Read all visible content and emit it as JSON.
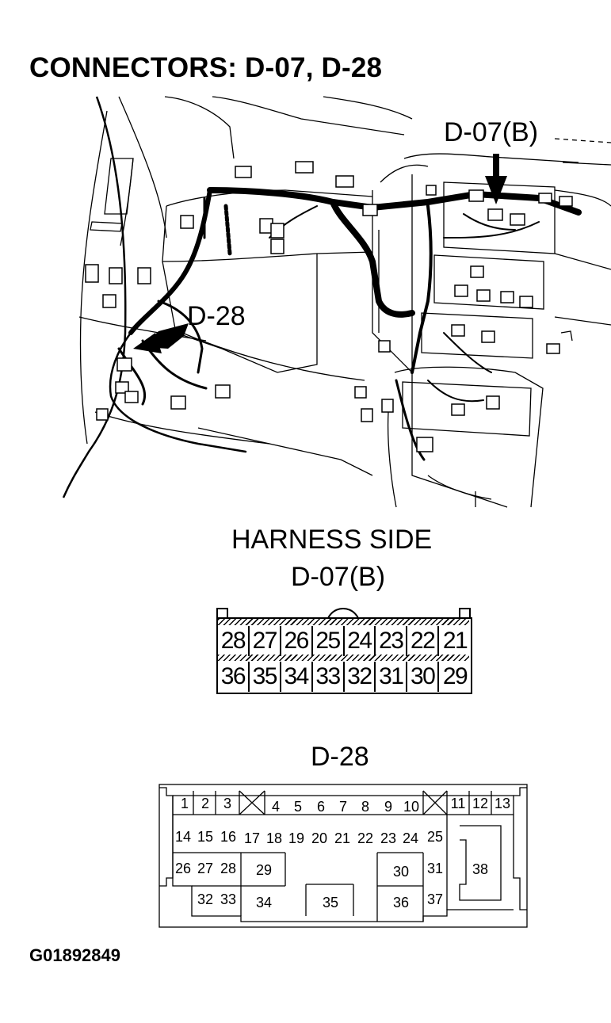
{
  "title": "CONNECTORS: D-07, D-28",
  "illustration": {
    "callout_d07": "D-07(B)",
    "callout_d28": "D-28"
  },
  "harness_side": {
    "heading": "HARNESS SIDE",
    "d07_label": "D-07(B)",
    "d07_rows": [
      [
        "28",
        "27",
        "26",
        "25",
        "24",
        "23",
        "22",
        "21"
      ],
      [
        "36",
        "35",
        "34",
        "33",
        "32",
        "31",
        "30",
        "29"
      ]
    ],
    "d28_label": "D-28",
    "d28_pins": [
      "1",
      "2",
      "3",
      "4",
      "5",
      "6",
      "7",
      "8",
      "9",
      "10",
      "11",
      "12",
      "13",
      "14",
      "15",
      "16",
      "17",
      "18",
      "19",
      "20",
      "21",
      "22",
      "23",
      "24",
      "25",
      "26",
      "27",
      "28",
      "29",
      "30",
      "31",
      "32",
      "33",
      "34",
      "35",
      "36",
      "37",
      "38"
    ]
  },
  "figure_id": "G01892849"
}
